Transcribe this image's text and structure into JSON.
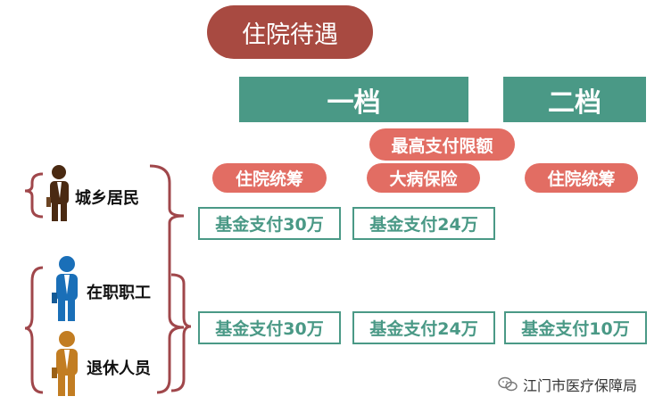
{
  "title": "住院待遇",
  "tiers": {
    "tier1": "一档",
    "tier2": "二档"
  },
  "pills": {
    "max_limit": "最高支付限额",
    "hosp_pool_1": "住院统筹",
    "serious_illness": "大病保险",
    "hosp_pool_2": "住院统筹"
  },
  "groups": {
    "urban_rural": "城乡居民",
    "employed": "在职职工",
    "retired": "退休人员"
  },
  "boxes": {
    "resident_pool": "基金支付30万",
    "resident_illness": "基金支付24万",
    "worker_pool": "基金支付30万",
    "worker_illness": "基金支付24万",
    "worker_tier2": "基金支付10万"
  },
  "footer": {
    "source": "江门市医疗保障局"
  },
  "colors": {
    "title_bg": "#a84a41",
    "tier_bg": "#4a9986",
    "pill_bg": "#e26d63",
    "box_border": "#4a9986",
    "bracket": "#a0474b",
    "figure_brown": "#4a2a12",
    "figure_blue": "#1a6fb8",
    "figure_gold": "#c27d22"
  },
  "icons": [
    "person-brown-icon",
    "person-blue-icon",
    "person-gold-icon",
    "wechat-icon"
  ]
}
